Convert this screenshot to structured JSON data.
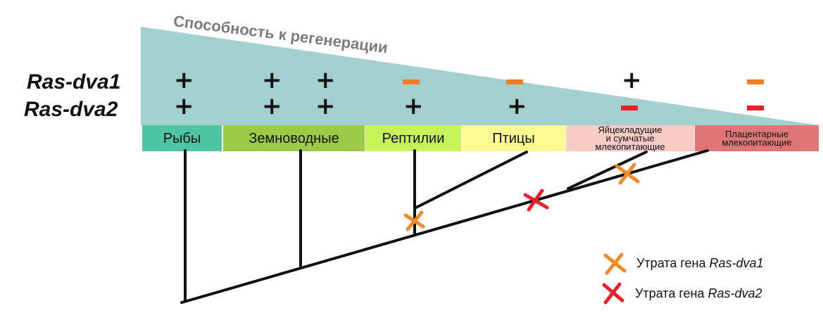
{
  "title": "Способность к регенерации",
  "genes": [
    "Ras-dva1",
    "Ras-dva2"
  ],
  "taxa": [
    {
      "label": [
        "Рыбы"
      ],
      "color": "#4dc6a1"
    },
    {
      "label": [
        "Земноводные"
      ],
      "color": "#9cca48"
    },
    {
      "label": [
        "Рептилии"
      ],
      "color": "#c8f25a"
    },
    {
      "label": [
        "Птицы"
      ],
      "color": "#fbfa91"
    },
    {
      "label": [
        "Яйцекладущие",
        "и сумчатые",
        "млекопитающие"
      ],
      "color": "#f9cbc7"
    },
    {
      "label": [
        "Плацентарные",
        "млекопитающие"
      ],
      "color": "#de7676"
    }
  ],
  "signs": {
    "ras_dva1": [
      "+",
      "+",
      "+",
      "-",
      "-",
      "+",
      "-"
    ],
    "ras_dva2": [
      "+",
      "+",
      "+",
      "+",
      "+",
      "-",
      "-"
    ]
  },
  "legend": [
    {
      "prefix": "Утрата гена ",
      "gene": "Ras-dva1",
      "color": "#f08a25"
    },
    {
      "prefix": "Утрата гена ",
      "gene": "Ras-dva2",
      "color": "#e8202a"
    }
  ],
  "colors": {
    "wedge": "#a4cfcf",
    "loss_dva1": "#f08a25",
    "loss_dva2": "#e8202a",
    "minus_dva1": "#f37b22",
    "minus_dva2": "#e71f2b"
  }
}
